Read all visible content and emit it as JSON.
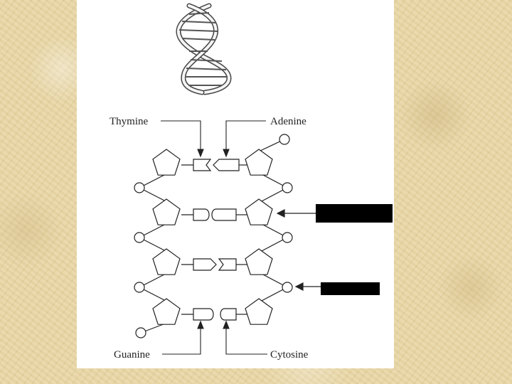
{
  "diagram": {
    "labels": {
      "top_left": "Thymine",
      "top_right": "Adenine",
      "bottom_left": "Guanine",
      "bottom_right": "Cytosine"
    },
    "hidden_labels": [
      {
        "name": "label-box-1",
        "text": ""
      },
      {
        "name": "label-box-2",
        "text": ""
      }
    ]
  },
  "colors": {
    "background": "#e8d6a4",
    "panel": "#ffffff",
    "ink": "#222222",
    "label_box": "#000000"
  }
}
